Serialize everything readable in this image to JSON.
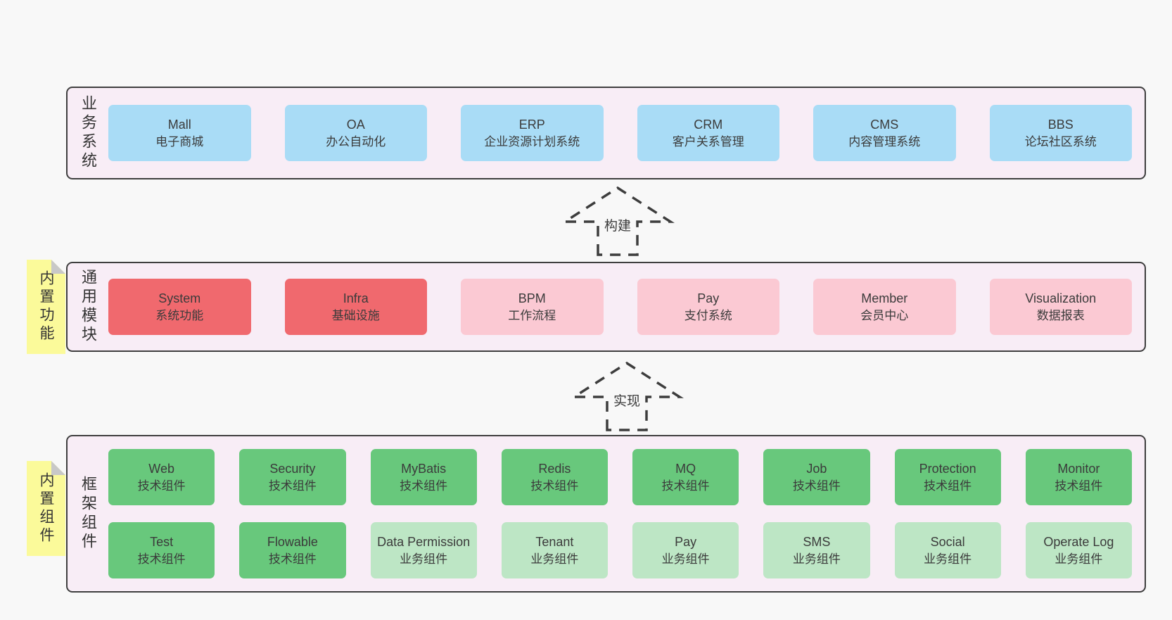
{
  "colors": {
    "page_bg": "#f8f8f8",
    "panel_bg": "#f8edf6",
    "panel_border": "#3f3f3f",
    "blue_box": "#a9dcf6",
    "red_box": "#f0696e",
    "pink_box": "#fbc9d3",
    "green_box": "#68c87c",
    "light_green_box": "#bde6c5",
    "sticky_yellow": "#fbfa9a",
    "fold_gray": "#c8c8c8",
    "text": "#3b3b3b"
  },
  "arrows": [
    {
      "label": "构建"
    },
    {
      "label": "实现"
    }
  ],
  "panels": [
    {
      "label": "业务系统",
      "boxes": [
        {
          "title": "Mall",
          "subtitle": "电子商城"
        },
        {
          "title": "OA",
          "subtitle": "办公自动化"
        },
        {
          "title": "ERP",
          "subtitle": "企业资源计划系统"
        },
        {
          "title": "CRM",
          "subtitle": "客户关系管理"
        },
        {
          "title": "CMS",
          "subtitle": "内容管理系统"
        },
        {
          "title": "BBS",
          "subtitle": "论坛社区系统"
        }
      ]
    },
    {
      "label": "通用模块",
      "sticky": "内置功能",
      "boxes": [
        {
          "title": "System",
          "subtitle": "系统功能"
        },
        {
          "title": "Infra",
          "subtitle": "基础设施"
        },
        {
          "title": "BPM",
          "subtitle": "工作流程"
        },
        {
          "title": "Pay",
          "subtitle": "支付系统"
        },
        {
          "title": "Member",
          "subtitle": "会员中心"
        },
        {
          "title": "Visualization",
          "subtitle": "数据报表"
        }
      ]
    },
    {
      "label": "框架组件",
      "sticky": "内置组件",
      "rows": [
        [
          {
            "title": "Web",
            "subtitle": "技术组件"
          },
          {
            "title": "Security",
            "subtitle": "技术组件"
          },
          {
            "title": "MyBatis",
            "subtitle": "技术组件"
          },
          {
            "title": "Redis",
            "subtitle": "技术组件"
          },
          {
            "title": "MQ",
            "subtitle": "技术组件"
          },
          {
            "title": "Job",
            "subtitle": "技术组件"
          },
          {
            "title": "Protection",
            "subtitle": "技术组件"
          },
          {
            "title": "Monitor",
            "subtitle": "技术组件"
          }
        ],
        [
          {
            "title": "Test",
            "subtitle": "技术组件"
          },
          {
            "title": "Flowable",
            "subtitle": "技术组件"
          },
          {
            "title": "Data Permission",
            "subtitle": "业务组件"
          },
          {
            "title": "Tenant",
            "subtitle": "业务组件"
          },
          {
            "title": "Pay",
            "subtitle": "业务组件"
          },
          {
            "title": "SMS",
            "subtitle": "业务组件"
          },
          {
            "title": "Social",
            "subtitle": "业务组件"
          },
          {
            "title": "Operate Log",
            "subtitle": "业务组件"
          }
        ]
      ]
    }
  ]
}
